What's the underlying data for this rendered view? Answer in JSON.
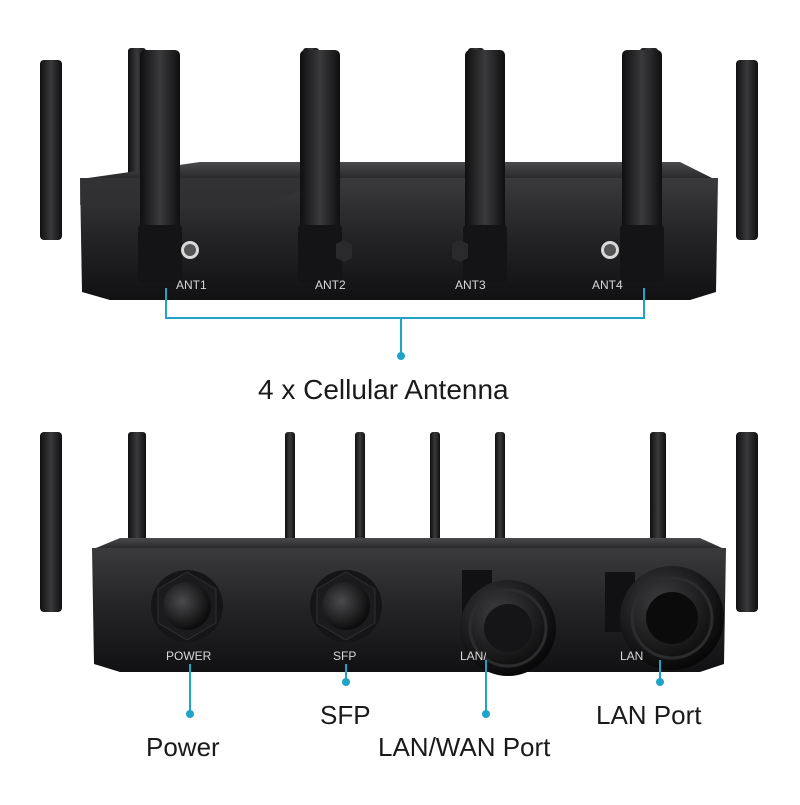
{
  "top_device": {
    "antenna_port_labels": [
      "ANT1",
      "ANT2",
      "ANT3",
      "ANT4"
    ],
    "callout": "4 x Cellular Antenna"
  },
  "bottom_device": {
    "port_labels": [
      "POWER",
      "SFP",
      "LAN/WAN",
      "LAN"
    ],
    "callouts": {
      "power": "Power",
      "sfp": "SFP",
      "lan_wan": "LAN/WAN Port",
      "lan": "LAN Port"
    }
  },
  "colors": {
    "callout_line": "#1fa3c9",
    "device_body": "#1e1e20",
    "background": "#ffffff"
  },
  "icons": [
    "antenna-icon",
    "cable-gland-icon",
    "waterproof-cap-icon"
  ]
}
